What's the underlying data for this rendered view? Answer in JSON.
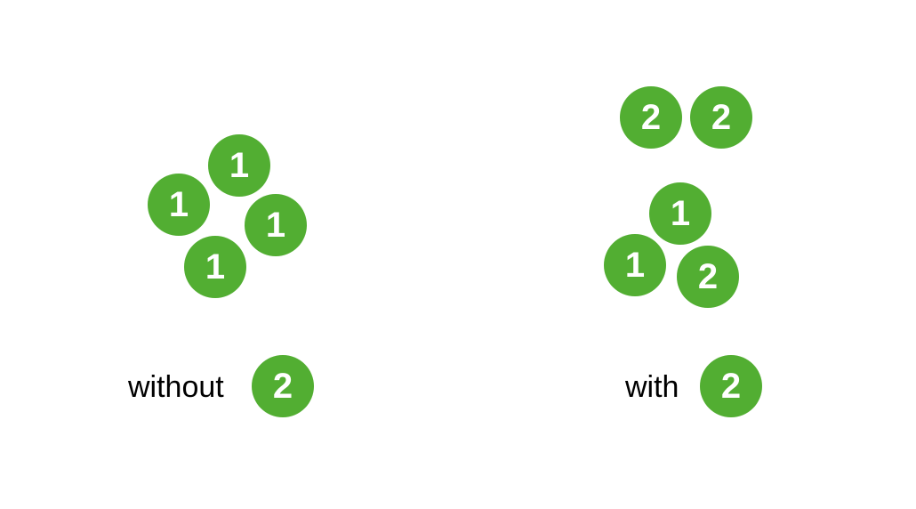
{
  "colors": {
    "circle_fill": "#52ae32",
    "circle_text": "#ffffff",
    "label_text": "#000000"
  },
  "panels": {
    "without": {
      "label": "without",
      "legend_value": "2",
      "cluster": [
        {
          "value": "1"
        },
        {
          "value": "1"
        },
        {
          "value": "1"
        },
        {
          "value": "1"
        }
      ]
    },
    "with": {
      "label": "with",
      "legend_value": "2",
      "cluster": [
        {
          "value": "2"
        },
        {
          "value": "2"
        },
        {
          "value": "1"
        },
        {
          "value": "1"
        },
        {
          "value": "2"
        }
      ]
    }
  }
}
